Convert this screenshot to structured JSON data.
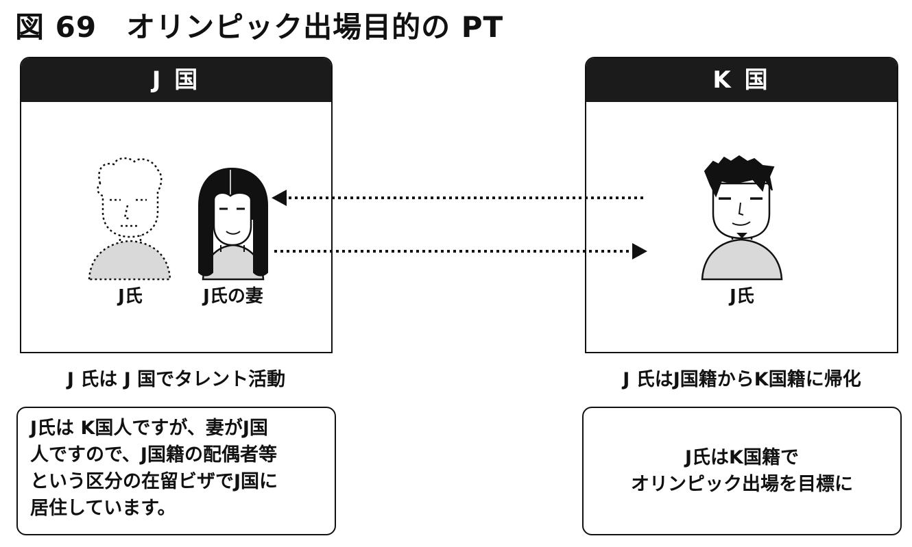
{
  "title": "図 69　オリンピック出場目的の PT",
  "left_country": {
    "header": "J 国",
    "persons": [
      {
        "label": "J氏"
      },
      {
        "label": "J氏の妻"
      }
    ],
    "caption": "J 氏は J 国でタレント活動",
    "note": [
      "J氏は K国人ですが、妻がJ国",
      "人ですので、J国籍の配偶者等",
      "という区分の在留ビザでJ国に",
      "居住しています。"
    ]
  },
  "right_country": {
    "header": "K 国",
    "persons": [
      {
        "label": "J氏"
      }
    ],
    "caption": "J 氏はJ国籍からK国籍に帰化",
    "note": [
      "J氏はK国籍で",
      "オリンピック出場を目標に"
    ]
  },
  "colors": {
    "header_bg": "#1b1b1b",
    "shirt_gray": "#d9d9d9",
    "line": "#111111"
  },
  "icons": [
    "dashed-man-icon",
    "woman-icon",
    "man-icon",
    "arrow-left-icon",
    "arrow-right-icon"
  ]
}
